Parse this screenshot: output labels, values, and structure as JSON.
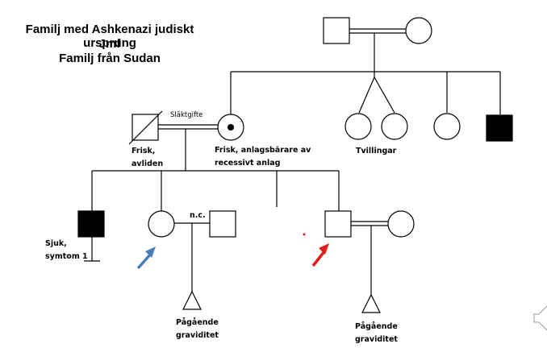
{
  "title": {
    "line1": "Familj med Ashkenazi judiskt ursprung",
    "line2": "Jmf",
    "line3": "Familj från Sudan"
  },
  "labels": {
    "consanguinity": "Släktgifte",
    "father_line1": "Frisk,",
    "father_line2": "avliden",
    "mother_line1": "Frisk, anlagsbärare av",
    "mother_line2": "recessivt anlag",
    "twins": "Tvillingar",
    "sick_line1": "Sjuk,",
    "sick_line2": "symtom 1",
    "nc": "n.c.",
    "pregnancy1_line1": "Pågående",
    "pregnancy1_line2": "graviditet",
    "pregnancy2_line1": "Pågående",
    "pregnancy2_line2": "graviditet"
  },
  "colors": {
    "line": "#000000",
    "affected": "#000000",
    "arrow_blue": "#4a7ebb",
    "arrow_red": "#e31b1b"
  },
  "icons": {
    "edge_button": "speaker-icon"
  }
}
